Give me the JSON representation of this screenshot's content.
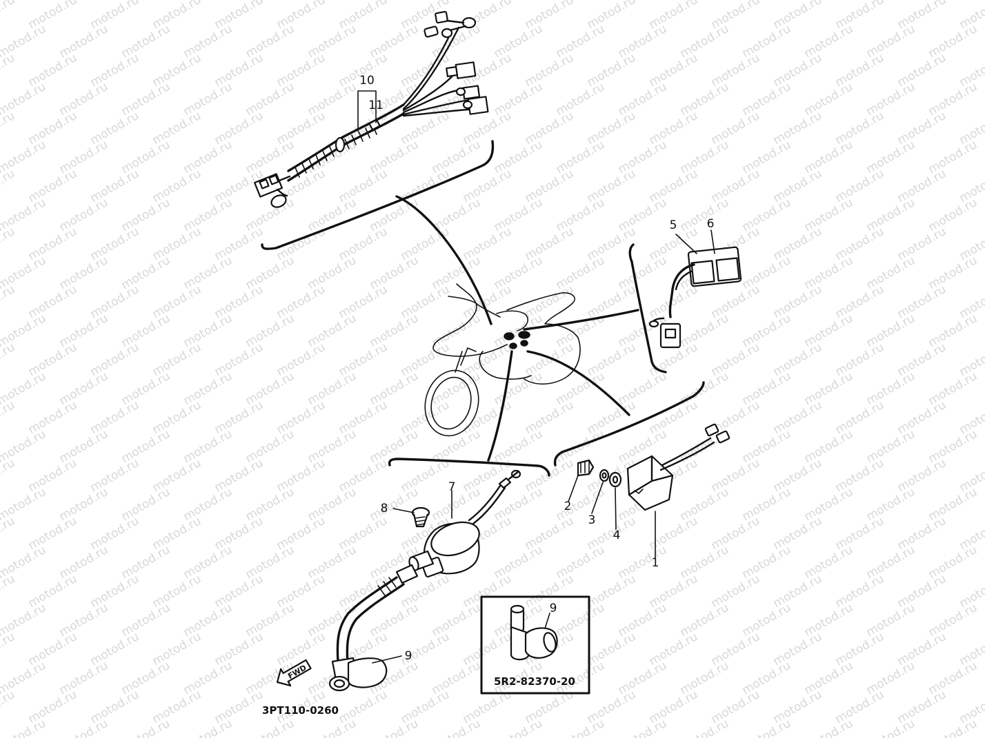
{
  "diagram": {
    "watermark": "motod.ru",
    "code_main": "3PT110-0260",
    "code_inset": "5R2-82370-20",
    "fwd_label": "FWD",
    "callouts": [
      "10",
      "11",
      "5",
      "6",
      "7",
      "8",
      "2",
      "3",
      "4",
      "1",
      "9",
      "9"
    ]
  }
}
